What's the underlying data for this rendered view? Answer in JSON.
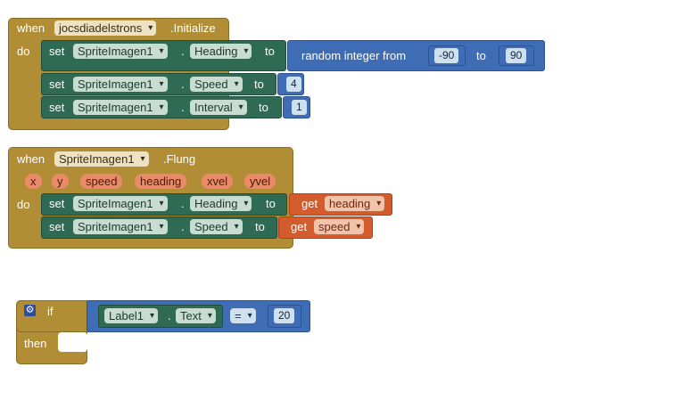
{
  "block1": {
    "when": "when",
    "component": "jocsdiadelstrons",
    "event": ".Initialize",
    "do": "do",
    "rows": [
      {
        "set": "set",
        "component": "SpriteImagen1",
        "dot": ".",
        "property": "Heading",
        "to": "to",
        "value": {
          "label": "random integer from",
          "from": "-90",
          "to": "to",
          "to_value": "90"
        }
      },
      {
        "set": "set",
        "component": "SpriteImagen1",
        "dot": ".",
        "property": "Speed",
        "to": "to",
        "value": "4"
      },
      {
        "set": "set",
        "component": "SpriteImagen1",
        "dot": ".",
        "property": "Interval",
        "to": "to",
        "value": "1"
      }
    ]
  },
  "block2": {
    "when": "when",
    "component": "SpriteImagen1",
    "event": ".Flung",
    "params": [
      "x",
      "y",
      "speed",
      "heading",
      "xvel",
      "yvel"
    ],
    "do": "do",
    "rows": [
      {
        "set": "set",
        "component": "SpriteImagen1",
        "dot": ".",
        "property": "Heading",
        "to": "to",
        "get": "get",
        "var": "heading"
      },
      {
        "set": "set",
        "component": "SpriteImagen1",
        "dot": ".",
        "property": "Speed",
        "to": "to",
        "get": "get",
        "var": "speed"
      }
    ]
  },
  "block3": {
    "if": "if",
    "then": "then",
    "component": "Label1",
    "dot": ".",
    "property": "Text",
    "operator": "=",
    "value": "20"
  }
}
